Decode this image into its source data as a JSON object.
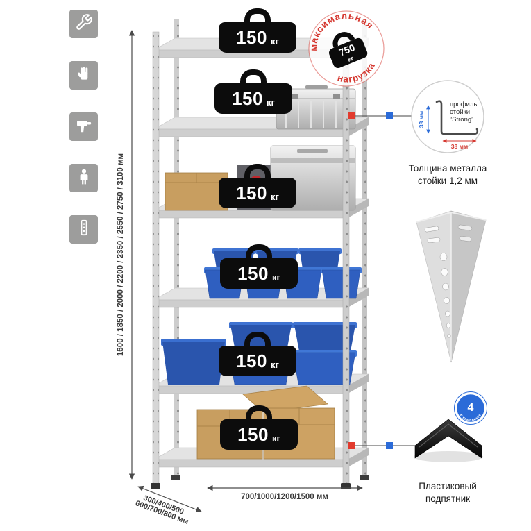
{
  "colors": {
    "accent_red": "#d5372f",
    "accent_blue": "#2b6bd8",
    "icon_bg": "#9d9d9c",
    "bin_blue": "#2f5fc0",
    "cardboard": "#c89e60",
    "weight_black": "#0c0c0c"
  },
  "sidebar": {
    "icons": [
      {
        "name": "wrench-icon"
      },
      {
        "name": "gloves-icon"
      },
      {
        "name": "drill-icon"
      },
      {
        "name": "person-icon"
      },
      {
        "name": "post-icon"
      }
    ]
  },
  "shelves": [
    {
      "load_value": "150",
      "load_unit": "кг"
    },
    {
      "load_value": "150",
      "load_unit": "кг"
    },
    {
      "load_value": "150",
      "load_unit": "кг"
    },
    {
      "load_value": "150",
      "load_unit": "кг"
    },
    {
      "load_value": "150",
      "load_unit": "кг"
    },
    {
      "load_value": "150",
      "load_unit": "кг"
    }
  ],
  "stamp": {
    "word_top": "максимальная",
    "word_bottom": "нагрузка",
    "value": "750",
    "unit": "кг"
  },
  "dimensions": {
    "height": "1600 / 1850 / 2000 / 2200 / 2350 / 2550 / 2750 / 3100 мм",
    "width": "700/1000/1200/1500 мм",
    "depth_line1": "300/400/500",
    "depth_line2": "600/700/800 мм"
  },
  "callouts": {
    "profile": {
      "line1": "профиль",
      "line2": "стойки",
      "line3": "“Strong”",
      "dim_vertical": "38 мм",
      "dim_horizontal": "38 мм",
      "caption_line1": "Толщина металла",
      "caption_line2": "стойки 1,2 мм"
    },
    "foot": {
      "badge_value": "4",
      "badge_text": "в комплекте",
      "caption_line1": "Пластиковый",
      "caption_line2": "подпятник"
    }
  }
}
